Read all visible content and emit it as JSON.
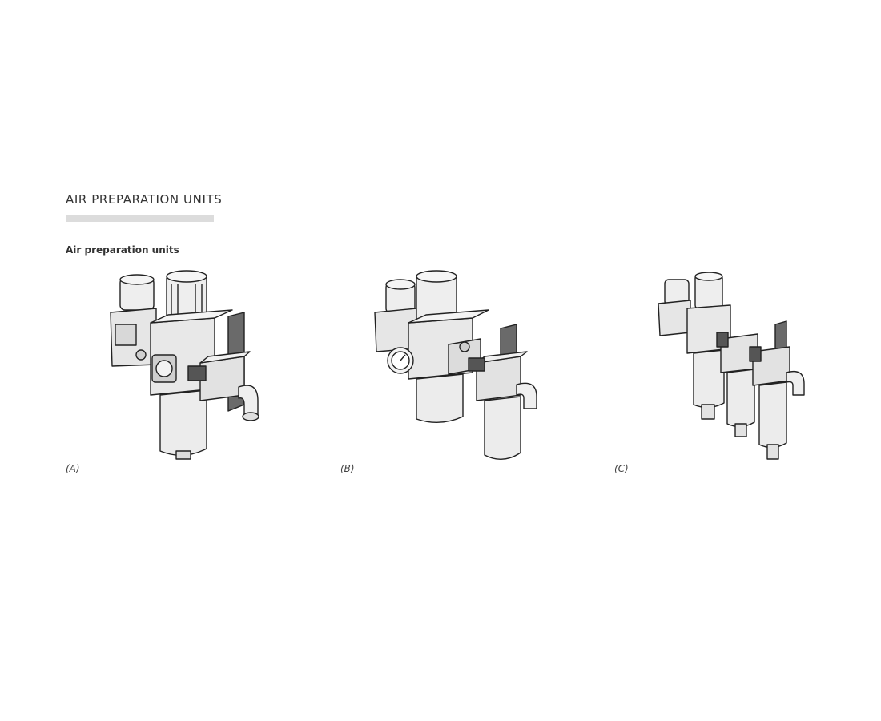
{
  "section": {
    "title": "AIR PREPARATION UNITS",
    "subtitle": "Air preparation units"
  },
  "figures": [
    {
      "caption": "(A)",
      "icon": "filter-regulator-lubricator-icon"
    },
    {
      "caption": "(B)",
      "icon": "regulator-lubricator-combo-icon"
    },
    {
      "caption": "(C)",
      "icon": "three-unit-frl-icon"
    }
  ],
  "colors": {
    "line": "#222222",
    "fill_light": "#eeeeee",
    "fill_mid": "#cfcfcf",
    "bracket": "#6a6a6a",
    "rule": "#dcdcdc"
  }
}
